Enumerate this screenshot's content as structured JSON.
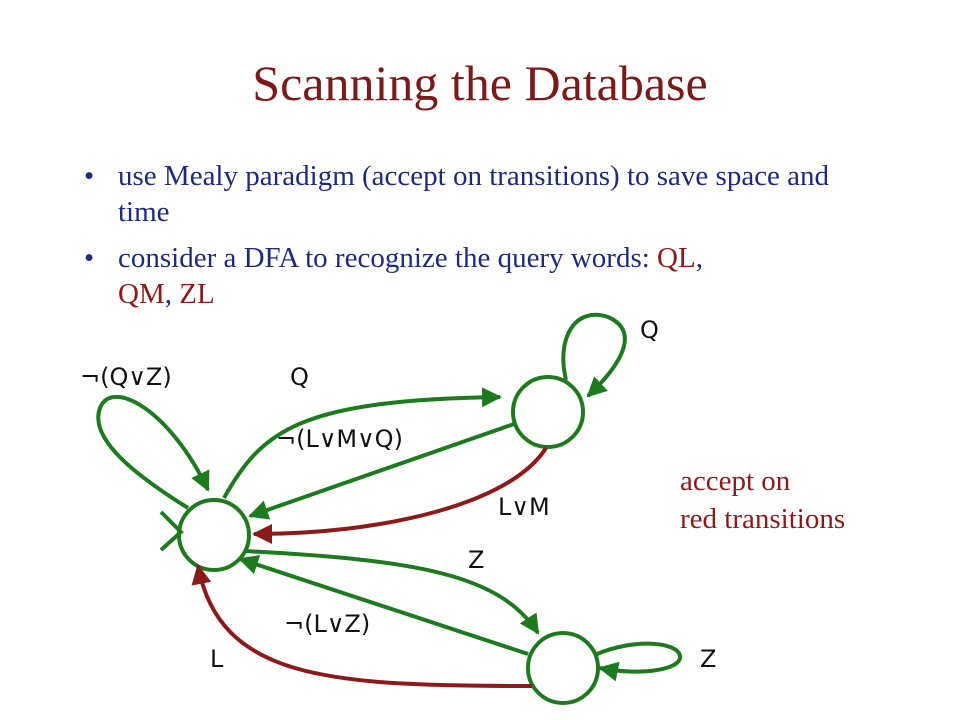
{
  "title": "Scanning the Database",
  "bullets": [
    {
      "text": "use Mealy paradigm (accept on transitions) to save space and time"
    },
    {
      "prefix": "consider a DFA to recognize the query words: ",
      "words": [
        "QL",
        "QM",
        "ZL"
      ],
      "separator": ", "
    }
  ],
  "bullet_marker": "•",
  "note": {
    "line1": "accept on",
    "line2": "red transitions"
  },
  "diagram": {
    "labels": {
      "self_loop_start": "¬(Q∨Z)",
      "start_to_q": "Q",
      "q_to_start": "¬(L∨M∨Q)",
      "self_loop_q": "Q",
      "q_accept": "L∨M",
      "start_to_z": "Z",
      "z_to_start": "¬(L∨Z)",
      "z_accept": "L",
      "self_loop_z": "Z"
    },
    "colors": {
      "normal": "#1e7a1e",
      "accept": "#8b1a1a",
      "state": "#1f7a1f"
    }
  }
}
